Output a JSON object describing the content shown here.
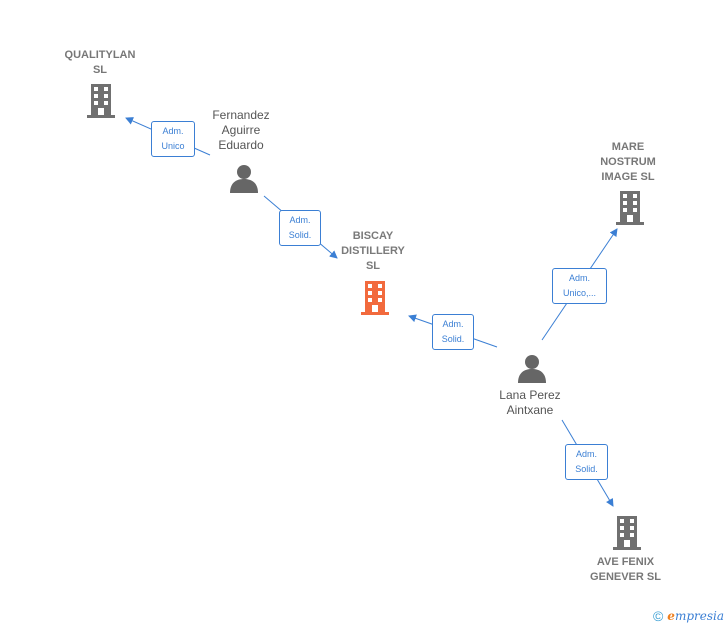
{
  "nodes": {
    "qualitylan": {
      "name": "QUALITYLAN\nSL",
      "type": "company"
    },
    "fernandez": {
      "name": "Fernandez\nAguirre\nEduardo",
      "type": "person"
    },
    "biscay": {
      "name": "BISCAY\nDISTILLERY\nSL",
      "type": "focus-company"
    },
    "mare": {
      "name": "MARE\nNOSTRUM\nIMAGE SL",
      "type": "company"
    },
    "lana": {
      "name": "Lana Perez\nAintxane",
      "type": "person"
    },
    "avefenix": {
      "name": "AVE FENIX\nGENEVER  SL",
      "type": "company"
    }
  },
  "edges": {
    "fernandez_qualitylan": {
      "label": "Adm.\nUnico"
    },
    "fernandez_biscay": {
      "label": "Adm.\nSolid."
    },
    "lana_biscay": {
      "label": "Adm.\nSolid."
    },
    "lana_mare": {
      "label": "Adm.\nUnico,..."
    },
    "lana_avefenix": {
      "label": "Adm.\nSolid."
    }
  },
  "colors": {
    "edge": "#3b7fd4",
    "company_icon": "#707070",
    "focus_icon": "#f26a3d",
    "person_icon": "#666666"
  },
  "footer": {
    "copyright": "©",
    "brand_initial": "e",
    "brand_rest": "mpresia"
  }
}
